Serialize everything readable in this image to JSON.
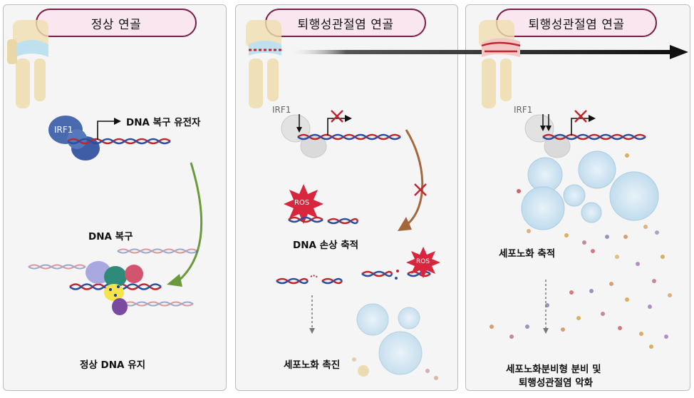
{
  "panels": [
    {
      "title": "정상 연골"
    },
    {
      "title": "퇴행성관절염 연골"
    },
    {
      "title": "퇴행성관절염 연골"
    }
  ],
  "labels": {
    "p1_gene": "DNA 복구 유전자",
    "p1_irf": "IRF1",
    "p1_repair": "DNA 복구",
    "p1_result": "정상 DNA 유지",
    "p2_irf": "IRF1",
    "p2_ros1": "ROS",
    "p2_damage": "DNA 손상 축적",
    "p2_ros2": "ROS",
    "p2_result": "세포노화 촉진",
    "p3_irf": "IRF1",
    "p3_accum": "세포노화 축적",
    "p3_result_line1": "세포노화분비형 분비 및",
    "p3_result_line2": "퇴행성관절염 악화"
  },
  "colors": {
    "title_fill": "#f9e6ef",
    "title_border": "#7a1c44",
    "dna_red": "#c0272d",
    "dna_blue": "#2b4f9e",
    "irf_blue": "#4a6ab0",
    "green_arrow": "#6a9a3a",
    "brown_arrow": "#a5673a",
    "ros_red": "#d7263d"
  }
}
